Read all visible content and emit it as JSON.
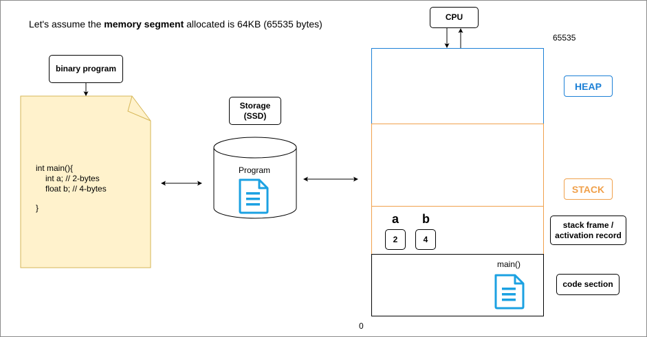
{
  "headline": {
    "prefix": "Let's assume the ",
    "bold": "memory segment",
    "suffix": " allocated is 64KB (65535 bytes)"
  },
  "binary_program": {
    "label": "binary program"
  },
  "code": {
    "lines": [
      "int main(){",
      "int a; // 2-bytes",
      "float b; // 4-bytes",
      "}"
    ]
  },
  "storage": {
    "label_line1": "Storage",
    "label_line2": "(SSD)",
    "drum_label": "Program"
  },
  "cpu": {
    "label": "CPU"
  },
  "memory": {
    "top_address": "65535",
    "bottom_address": "0",
    "variables": [
      {
        "name": "a",
        "value": "2"
      },
      {
        "name": "b",
        "value": "4"
      }
    ],
    "code_label": "main()"
  },
  "legend": {
    "heap": "HEAP",
    "stack": "STACK",
    "stack_frame": "stack frame /\nactivation record",
    "code_section": "code section"
  },
  "colors": {
    "heap": "#1a7fd6",
    "stack": "#f0a04a",
    "note_fill": "#fff2cc",
    "note_border": "#d6b656",
    "doc_icon": "#1ba1e2"
  },
  "icons": [
    "document-icon",
    "arrow-icon"
  ]
}
